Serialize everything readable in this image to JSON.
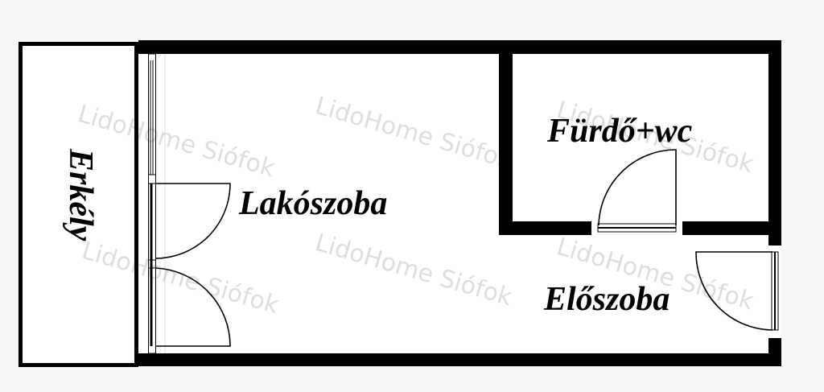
{
  "rooms": {
    "living_room": "Lakószoba",
    "bathroom": "Fürdő+wc",
    "hallway": "Előszoba",
    "balcony": "Erkély"
  },
  "watermark": "LidoHome Siófok",
  "colors": {
    "wall": "#000000",
    "floor": "#ffffff",
    "background": "#f7f7f5"
  }
}
